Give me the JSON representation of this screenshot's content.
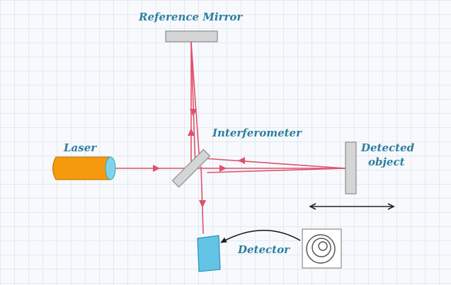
{
  "labels": {
    "reference_mirror": "Reference Mirror",
    "interferometer": "Interferometer",
    "laser": "Laser",
    "detected_object_line1": "Detected",
    "detected_object_line2": "object",
    "detector": "Detector"
  },
  "colors": {
    "beam": "#e0506a",
    "laser_body": "#f59a0c",
    "laser_lens": "#7fd4ea",
    "mirror": "#d5d5d5",
    "mirror_edge": "#8d8d8d",
    "detector": "#63c4e6",
    "label": "#2c7f9f",
    "ink": "#222222"
  }
}
